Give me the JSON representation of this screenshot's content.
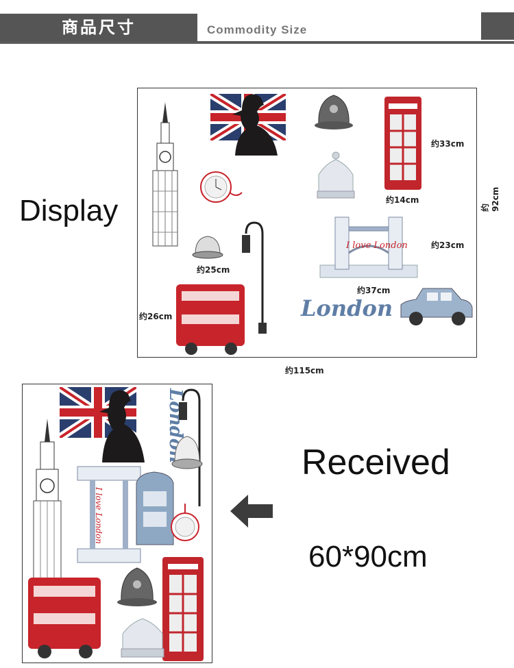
{
  "header": {
    "title_cn": "商品尺寸",
    "title_en": "Commodity Size"
  },
  "display": {
    "label": "Display",
    "dims": {
      "phone_height": "约33cm",
      "phone_width": "约14cm",
      "bridge_height": "约23cm",
      "bridge_width": "约37cm",
      "hat_width": "约25cm",
      "bus_height": "约26cm",
      "total_height": "约92cm",
      "total_width": "约115cm"
    },
    "london_text": "London",
    "love_text": "I love London"
  },
  "received": {
    "label": "Received",
    "size": "60*90cm",
    "london_text": "London",
    "love_text": "I love London"
  },
  "colors": {
    "header_gray": "#555555",
    "bus_red": "#c8242b",
    "phone_red": "#c0262c",
    "flag_blue": "#2a3f6e",
    "taxi_blue": "#7d96b0"
  }
}
